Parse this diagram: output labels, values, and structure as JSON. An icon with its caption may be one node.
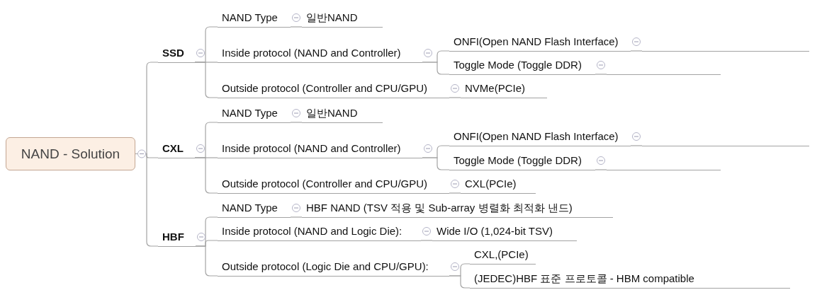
{
  "diagram": {
    "nodes": [
      {
        "text": [
          "NAND - Solution"
        ]
      },
      {
        "text": [
          "SSD"
        ]
      },
      {
        "text": [
          "NAND Type"
        ]
      },
      {
        "text": [
          "일반NAND"
        ]
      },
      {
        "text": [
          "Inside protocol  (NAND and Controller)"
        ]
      },
      {
        "text": [
          "ONFI(Open NAND Flash Interface)"
        ]
      },
      {
        "text": [],
        "shape": "line"
      },
      {
        "text": [
          "Toggle Mode (Toggle DDR)"
        ]
      },
      {
        "text": [],
        "shape": "line"
      },
      {
        "text": [
          "Outside protocol (Controller and CPU/GPU)"
        ]
      },
      {
        "text": [
          "NVMe(PCIe)"
        ]
      },
      {
        "text": [
          "CXL"
        ]
      },
      {
        "text": [
          "NAND Type"
        ]
      },
      {
        "text": [
          "일반NAND"
        ]
      },
      {
        "text": [
          "Inside protocol  (NAND and Controller)"
        ]
      },
      {
        "text": [
          "ONFI(Open NAND Flash Interface)"
        ]
      },
      {
        "text": [],
        "shape": "line"
      },
      {
        "text": [
          "Toggle Mode (Toggle DDR)"
        ]
      },
      {
        "text": [],
        "shape": "line"
      },
      {
        "text": [
          "Outside protocol (Controller and CPU/GPU)"
        ]
      },
      {
        "text": [
          "CXL(PCIe)"
        ]
      },
      {
        "text": [
          "HBF"
        ]
      },
      {
        "text": [
          "NAND Type"
        ]
      },
      {
        "text": [
          "HBF NAND (TSV 적용 및 Sub-array 병렬화 최적화 낸드)"
        ]
      },
      {
        "text": [
          "Inside protocol (NAND and Logic Die):"
        ]
      },
      {
        "text": [
          "Wide I/O (1,024-bit TSV)"
        ]
      },
      {
        "text": [
          "Outside protocol (Logic Die and CPU/GPU):"
        ]
      },
      {
        "text": [
          "CXL,(PCIe)"
        ]
      },
      {
        "text": [
          "(JEDEC)HBF 표준 프로토콜 - HBM compatible"
        ]
      }
    ],
    "edges": [
      {
        "from": 0,
        "to": 1,
        "arrow": "none"
      },
      {
        "from": 0,
        "to": 11,
        "arrow": "none"
      },
      {
        "from": 0,
        "to": 21,
        "arrow": "none"
      },
      {
        "from": 1,
        "to": 2,
        "arrow": "none"
      },
      {
        "from": 2,
        "to": 3,
        "arrow": "none"
      },
      {
        "from": 1,
        "to": 4,
        "arrow": "none"
      },
      {
        "from": 4,
        "to": 5,
        "arrow": "none"
      },
      {
        "from": 5,
        "to": 6,
        "arrow": "none"
      },
      {
        "from": 4,
        "to": 7,
        "arrow": "none"
      },
      {
        "from": 7,
        "to": 8,
        "arrow": "none"
      },
      {
        "from": 1,
        "to": 9,
        "arrow": "none"
      },
      {
        "from": 9,
        "to": 10,
        "arrow": "none"
      },
      {
        "from": 11,
        "to": 12,
        "arrow": "none"
      },
      {
        "from": 12,
        "to": 13,
        "arrow": "none"
      },
      {
        "from": 11,
        "to": 14,
        "arrow": "none"
      },
      {
        "from": 14,
        "to": 15,
        "arrow": "none"
      },
      {
        "from": 15,
        "to": 16,
        "arrow": "none"
      },
      {
        "from": 14,
        "to": 17,
        "arrow": "none"
      },
      {
        "from": 17,
        "to": 18,
        "arrow": "none"
      },
      {
        "from": 11,
        "to": 19,
        "arrow": "none"
      },
      {
        "from": 19,
        "to": 20,
        "arrow": "none"
      },
      {
        "from": 21,
        "to": 22,
        "arrow": "none"
      },
      {
        "from": 22,
        "to": 23,
        "arrow": "none"
      },
      {
        "from": 21,
        "to": 24,
        "arrow": "none"
      },
      {
        "from": 24,
        "to": 25,
        "arrow": "none"
      },
      {
        "from": 21,
        "to": 26,
        "arrow": "none"
      },
      {
        "from": 26,
        "to": 27,
        "arrow": "none"
      },
      {
        "from": 26,
        "to": 28,
        "arrow": "none"
      }
    ]
  }
}
